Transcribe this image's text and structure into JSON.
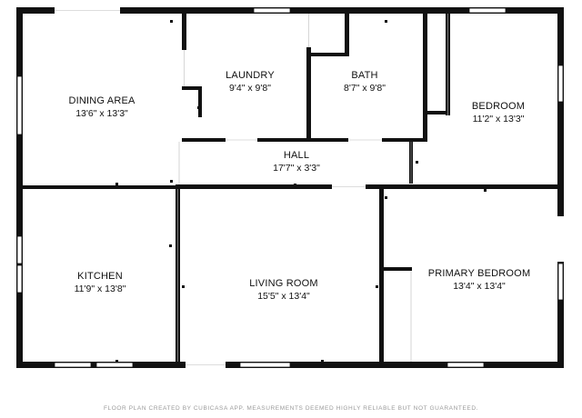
{
  "rooms": [
    {
      "key": "dining",
      "name": "DINING AREA",
      "dims": "13'6\" x 13'3\""
    },
    {
      "key": "laundry",
      "name": "LAUNDRY",
      "dims": "9'4\" x 9'8\""
    },
    {
      "key": "bath",
      "name": "BATH",
      "dims": "8'7\" x 9'8\""
    },
    {
      "key": "bedroom",
      "name": "BEDROOM",
      "dims": "11'2\" x 13'3\""
    },
    {
      "key": "hall",
      "name": "HALL",
      "dims": "17'7\" x 3'3\""
    },
    {
      "key": "kitchen",
      "name": "KITCHEN",
      "dims": "11'9\" x 13'8\""
    },
    {
      "key": "living",
      "name": "LIVING ROOM",
      "dims": "15'5\" x 13'4\""
    },
    {
      "key": "primary",
      "name": "PRIMARY BEDROOM",
      "dims": "13'4\" x 13'4\""
    }
  ],
  "footer": {
    "disclaimer": "FLOOR PLAN CREATED BY CUBICASA APP. MEASUREMENTS DEEMED HIGHLY RELIABLE BUT NOT GUARANTEED."
  },
  "colors": {
    "wall": "#111111",
    "window": "#ffffff",
    "background": "#ffffff"
  }
}
